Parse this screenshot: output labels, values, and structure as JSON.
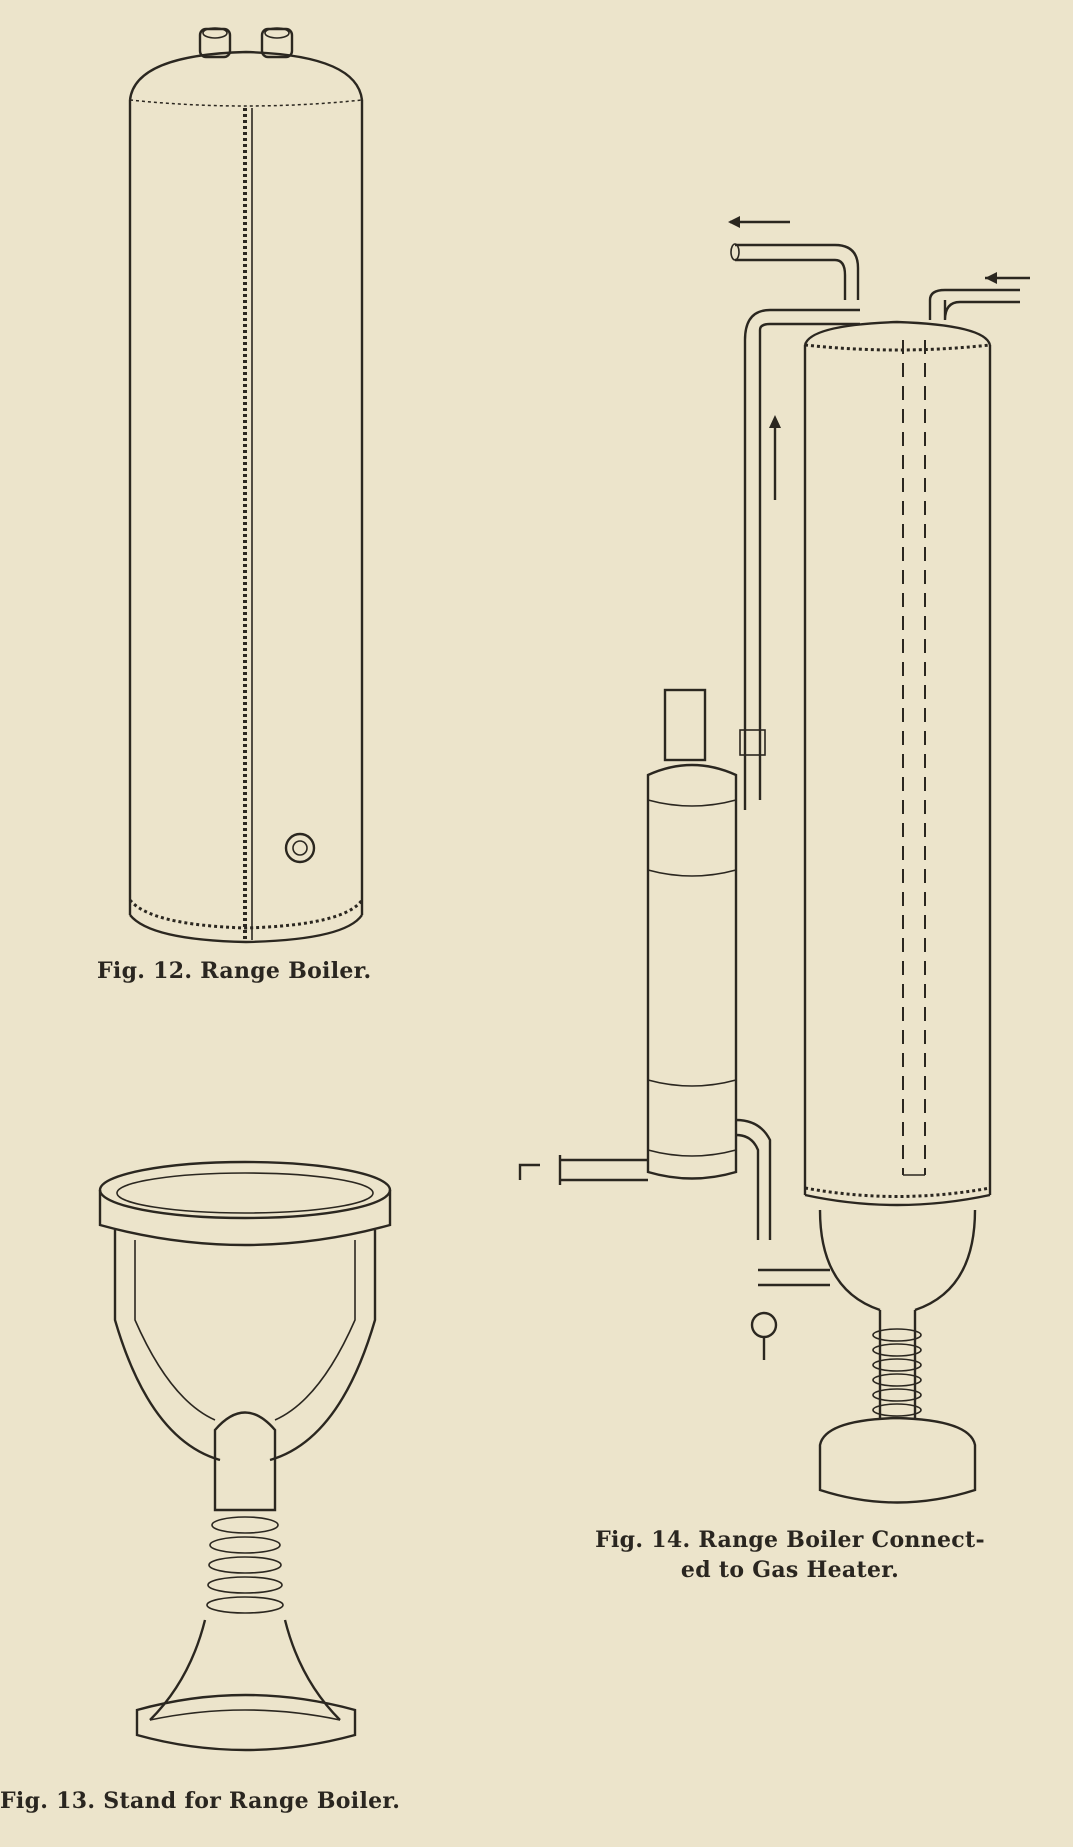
{
  "figures": [
    {
      "id": "fig12",
      "caption": "Fig. 12.  Range Boiler."
    },
    {
      "id": "fig13",
      "caption": "Fig. 13.  Stand for Range Boiler."
    },
    {
      "id": "fig14",
      "caption_line1": "Fig. 14.  Range Boiler Connect-",
      "caption_line2": "ed to Gas Heater."
    }
  ],
  "colors": {
    "paper": "#ece4cb",
    "ink": "#2b2720"
  }
}
